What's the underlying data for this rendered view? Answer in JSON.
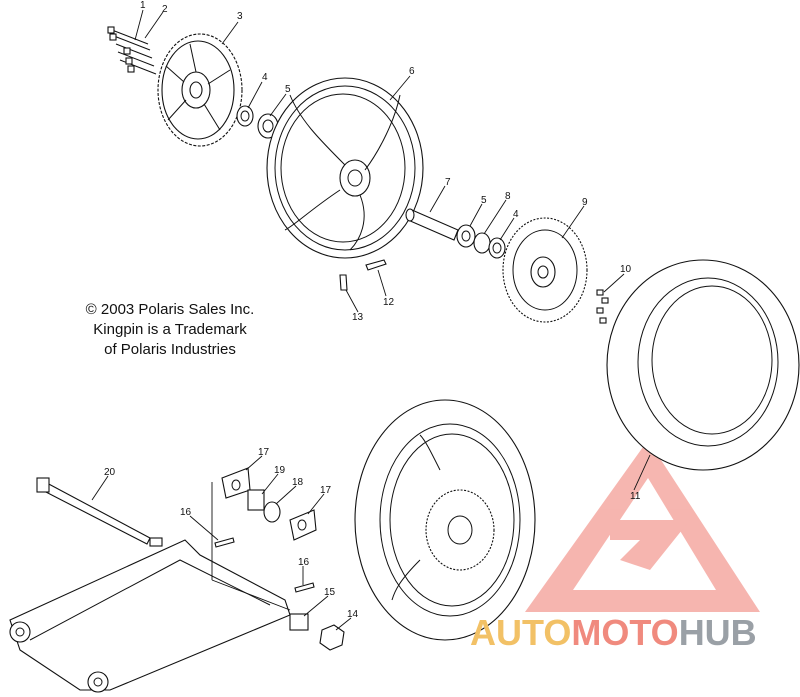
{
  "callouts": [
    {
      "id": "c1",
      "text": "1"
    },
    {
      "id": "c2",
      "text": "2"
    },
    {
      "id": "c3",
      "text": "3"
    },
    {
      "id": "c4a",
      "text": "4"
    },
    {
      "id": "c5a",
      "text": "5"
    },
    {
      "id": "c6",
      "text": "6"
    },
    {
      "id": "c7",
      "text": "7"
    },
    {
      "id": "c5b",
      "text": "5"
    },
    {
      "id": "c8",
      "text": "8"
    },
    {
      "id": "c4b",
      "text": "4"
    },
    {
      "id": "c9",
      "text": "9"
    },
    {
      "id": "c10",
      "text": "10"
    },
    {
      "id": "c12",
      "text": "12"
    },
    {
      "id": "c13",
      "text": "13"
    },
    {
      "id": "c11",
      "text": "11"
    },
    {
      "id": "c17a",
      "text": "17"
    },
    {
      "id": "c19",
      "text": "19"
    },
    {
      "id": "c18",
      "text": "18"
    },
    {
      "id": "c17b",
      "text": "17"
    },
    {
      "id": "c16a",
      "text": "16"
    },
    {
      "id": "c20",
      "text": "20"
    },
    {
      "id": "c16b",
      "text": "16"
    },
    {
      "id": "c15",
      "text": "15"
    },
    {
      "id": "c14",
      "text": "14"
    }
  ],
  "copyright": {
    "line1": "© 2003 Polaris Sales Inc.",
    "line2": "Kingpin is a Trademark",
    "line3": "of Polaris Industries"
  },
  "watermark": {
    "auto": "AUTO",
    "moto": "MOTO",
    "hub": "HUB",
    "colors": {
      "auto": "#f2c166",
      "moto": "#f08a7e",
      "hub": "#9aa0a6",
      "logo": "#f28b82"
    }
  }
}
